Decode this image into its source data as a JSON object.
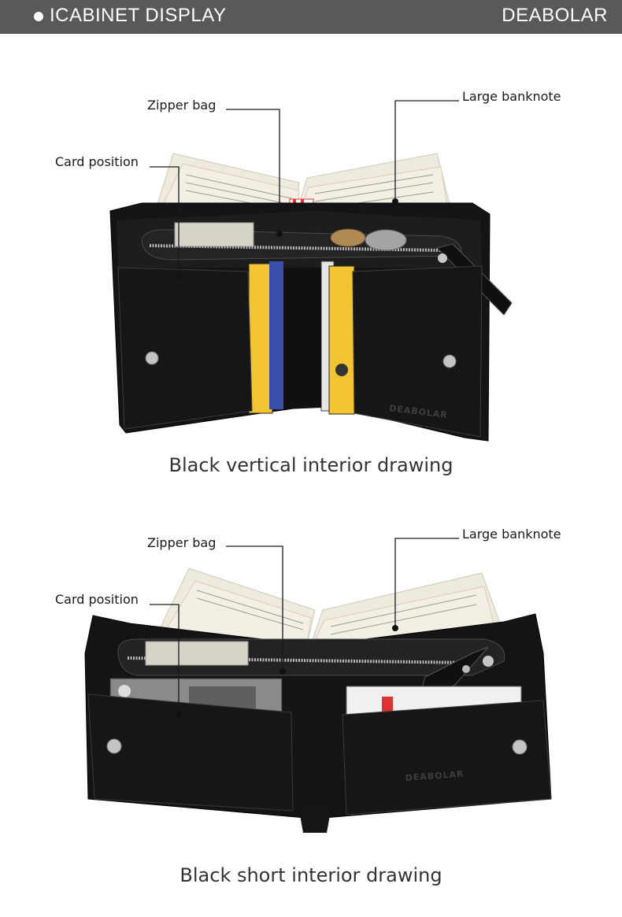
{
  "header": {
    "title": "ICABINET DISPLAY",
    "brand": "DEABOLAR"
  },
  "sections": [
    {
      "labels": {
        "zipper_bag": "Zipper bag",
        "large_banknote": "Large banknote",
        "card_position": "Card position"
      },
      "caption": "Black vertical interior drawing",
      "wallet_logo": "DEABOLAR"
    },
    {
      "labels": {
        "zipper_bag": "Zipper bag",
        "large_banknote": "Large banknote",
        "card_position": "Card position"
      },
      "caption": "Black short interior drawing",
      "wallet_logo": "DEABOLAR"
    }
  ],
  "colors": {
    "header_bg": "#59585a",
    "leather": "#141414",
    "banknote": "#f1ede2",
    "card_yellow": "#f2c431"
  }
}
